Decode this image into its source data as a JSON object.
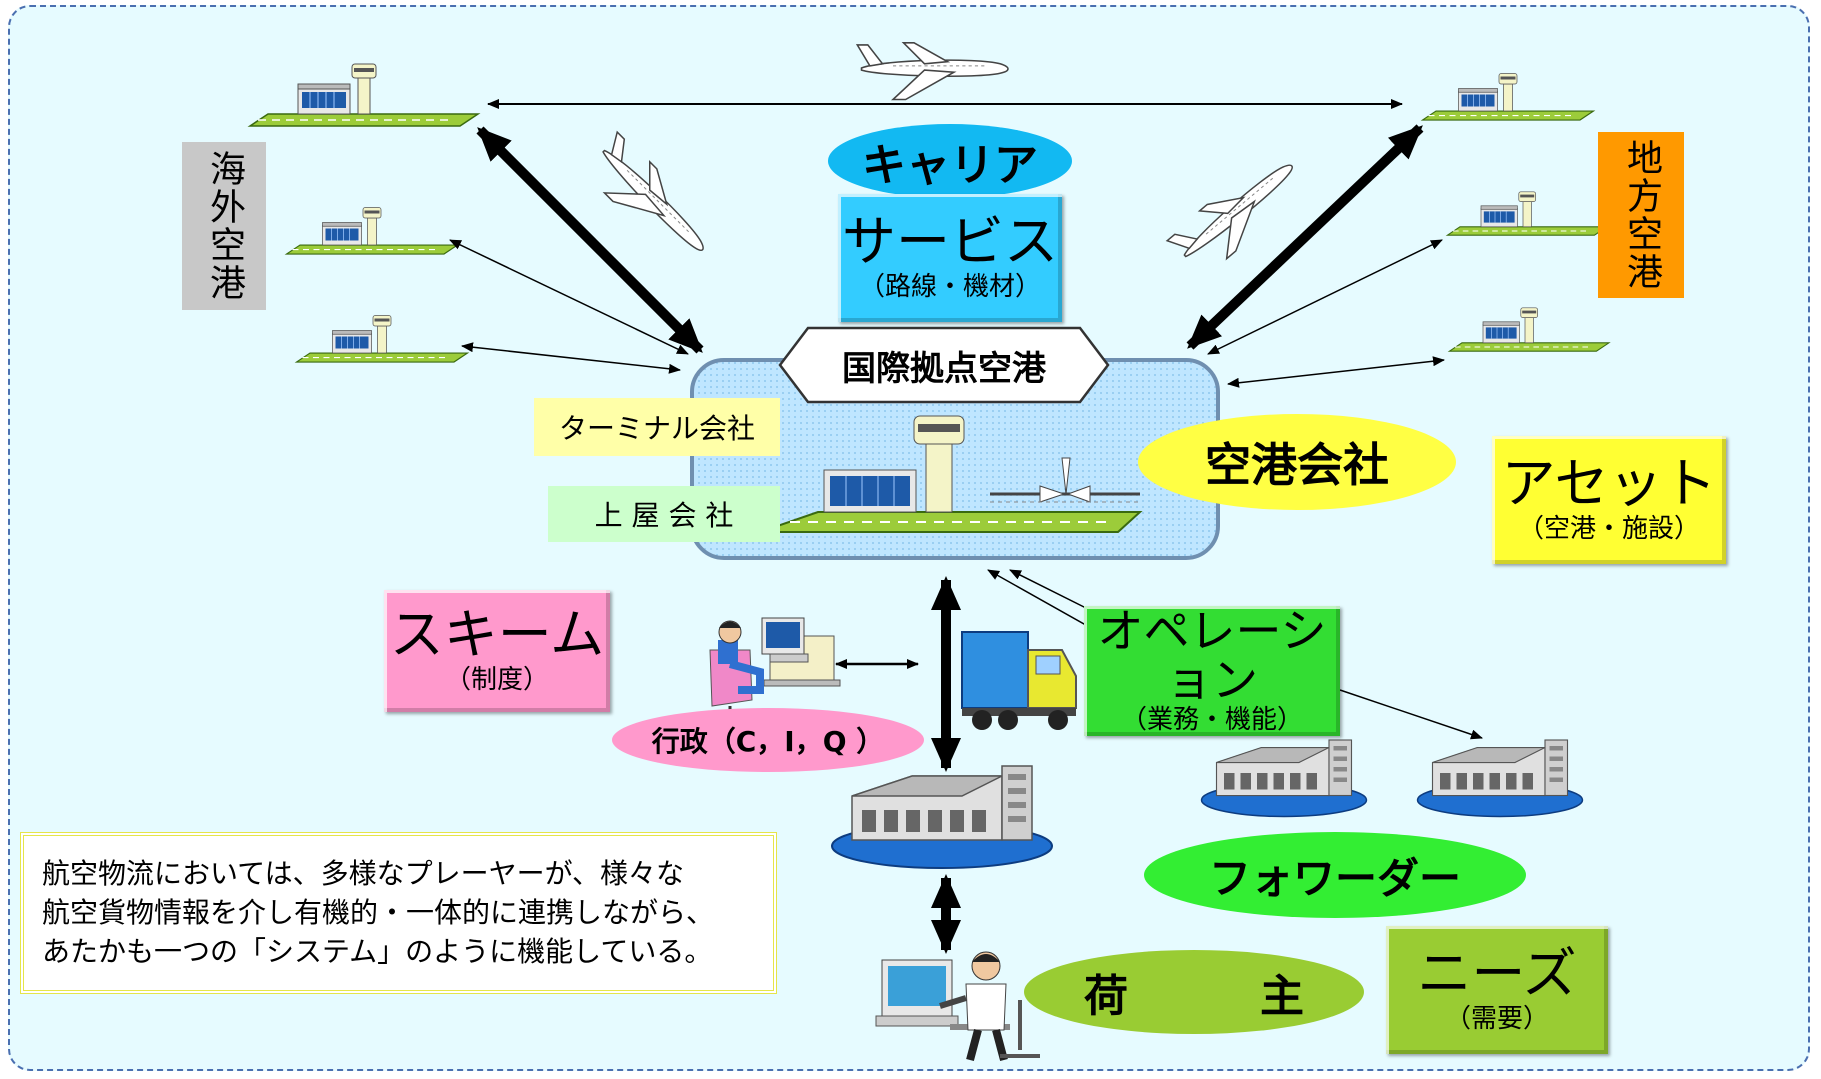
{
  "carrier": {
    "label": "キャリア",
    "color": "#12b9f2"
  },
  "service": {
    "title": "サービス",
    "subtitle": "（路線・機材）",
    "color": "#33ccff"
  },
  "hub": {
    "label": "国際拠点空港"
  },
  "terminal_company": {
    "label": "ターミナル会社",
    "color": "#ffffa8"
  },
  "building_company": {
    "label": "上 屋 会 社",
    "color": "#ccffcc"
  },
  "airport_company": {
    "label": "空港会社",
    "color": "#ffff44"
  },
  "asset": {
    "title": "アセット",
    "subtitle": "（空港・施設）",
    "color": "#ffff33"
  },
  "overseas_airports": {
    "label": "海外空港",
    "color": "#c8c8c8"
  },
  "local_airports": {
    "label": "地方空港",
    "color": "#ff9900"
  },
  "scheme": {
    "title": "スキーム",
    "subtitle": "（制度）",
    "color": "#ff99cc"
  },
  "operation": {
    "title": "オペレーション",
    "subtitle": "（業務・機能）",
    "color": "#33dd33"
  },
  "gov": {
    "label": "行政（C，I，Q ）",
    "color": "#ff99cc"
  },
  "forwarder": {
    "label": "フォワーダー",
    "color": "#33ee33"
  },
  "shipper": {
    "label": "荷　　　主",
    "color": "#99cc33"
  },
  "needs": {
    "title": "ニーズ",
    "subtitle": "（需要）",
    "color": "#99cc33"
  },
  "note": {
    "lines": [
      "航空物流においては、多様なプレーヤーが、様々な",
      "航空貨物情報を介し有機的・一体的に連携しながら、",
      "あたかも一つの「システム」のように機能している。"
    ]
  },
  "icons": [
    "airport-icon",
    "airplane-icon",
    "truck-icon",
    "warehouse-icon",
    "worker-icon"
  ]
}
